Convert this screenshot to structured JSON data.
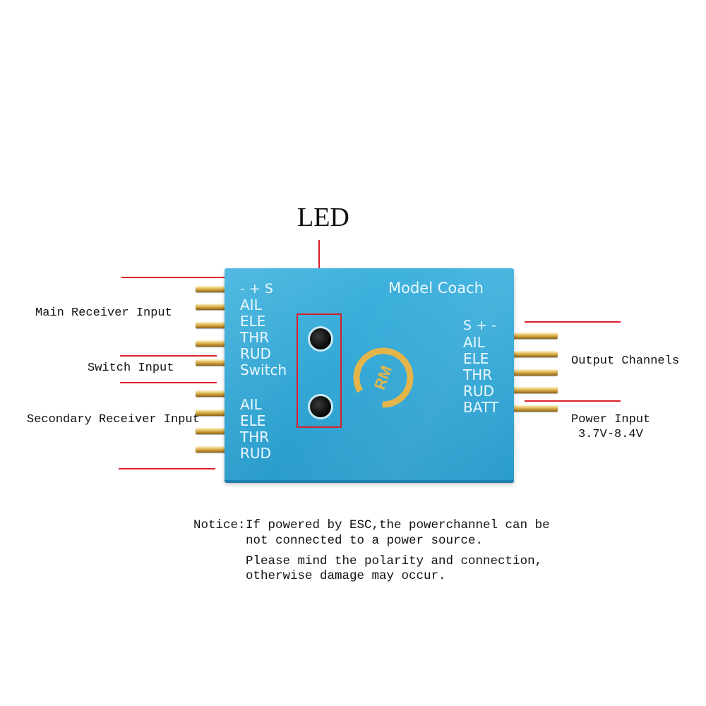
{
  "labels": {
    "led": "LED",
    "main_receiver_input": "Main Receiver Input",
    "switch_input": "Switch Input",
    "secondary_receiver_input": "Secondary Receiver Input",
    "output_channels": "Output Channels",
    "power_input": "Power Input",
    "power_voltage": "3.7V-8.4V"
  },
  "board": {
    "title": "Model Coach",
    "left_silkscreen": [
      "- + S",
      "AIL",
      "ELE",
      "THR",
      "RUD",
      "Switch"
    ],
    "left_silkscreen_lower": [
      "AIL",
      "ELE",
      "THR",
      "RUD"
    ],
    "right_silkscreen": [
      "S + -",
      "AIL",
      "ELE",
      "THR",
      "RUD",
      "BATT"
    ],
    "logo_text": "RM"
  },
  "notice": {
    "prefix": "Notice:",
    "line1": "If powered by ESC,the powerchannel can be",
    "line2": "not connected to a power source.",
    "line3": "Please mind the polarity and connection,",
    "line4": "otherwise damage may occur."
  },
  "colors": {
    "board": "#35a9d7",
    "callout_line": "#e0202a",
    "pin": "#d9b45a"
  }
}
